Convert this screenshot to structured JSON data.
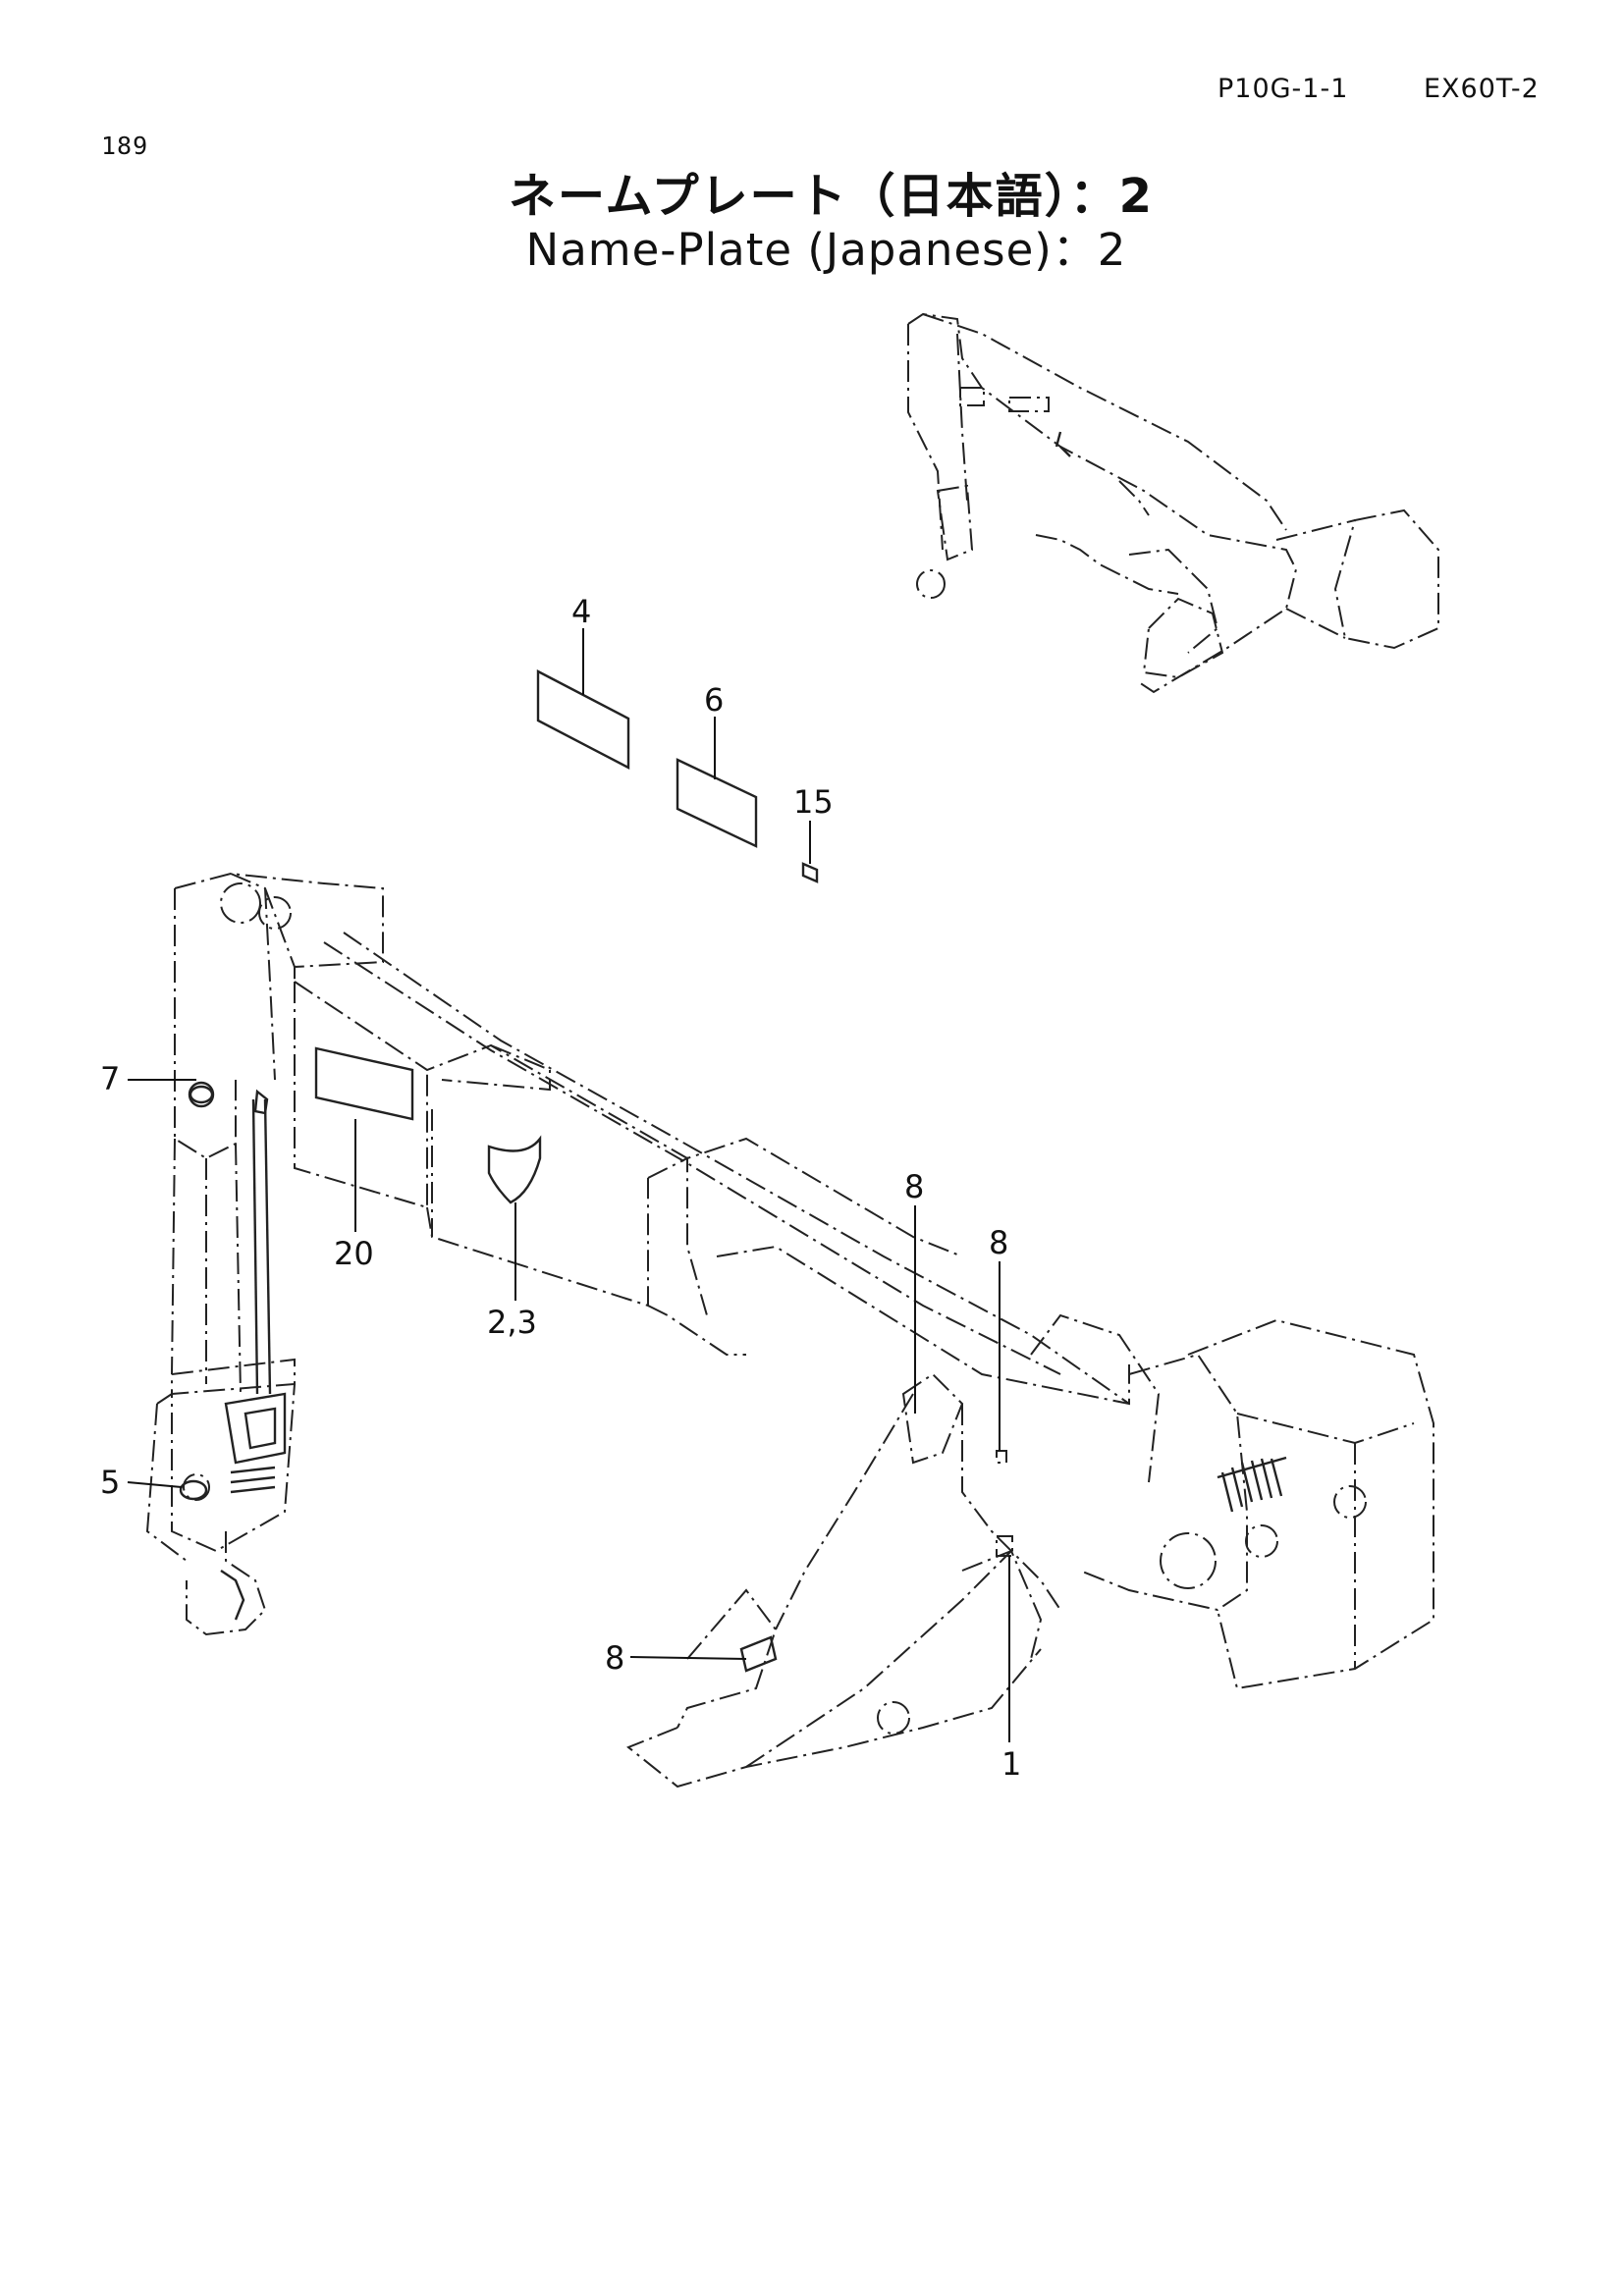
{
  "header": {
    "page_number": "189",
    "ref_code": "P10G-1-1",
    "model_code": "EX60T-2"
  },
  "title": {
    "japanese": "ネームプレート（日本語）：2",
    "english": "Name-Plate (Japanese)：2"
  },
  "callouts": {
    "c4": "4",
    "c6": "6",
    "c15": "15",
    "c7": "7",
    "c20": "20",
    "c23": "2,3",
    "c8a": "8",
    "c8b": "8",
    "c5": "5",
    "c8c": "8",
    "c1": "1"
  }
}
